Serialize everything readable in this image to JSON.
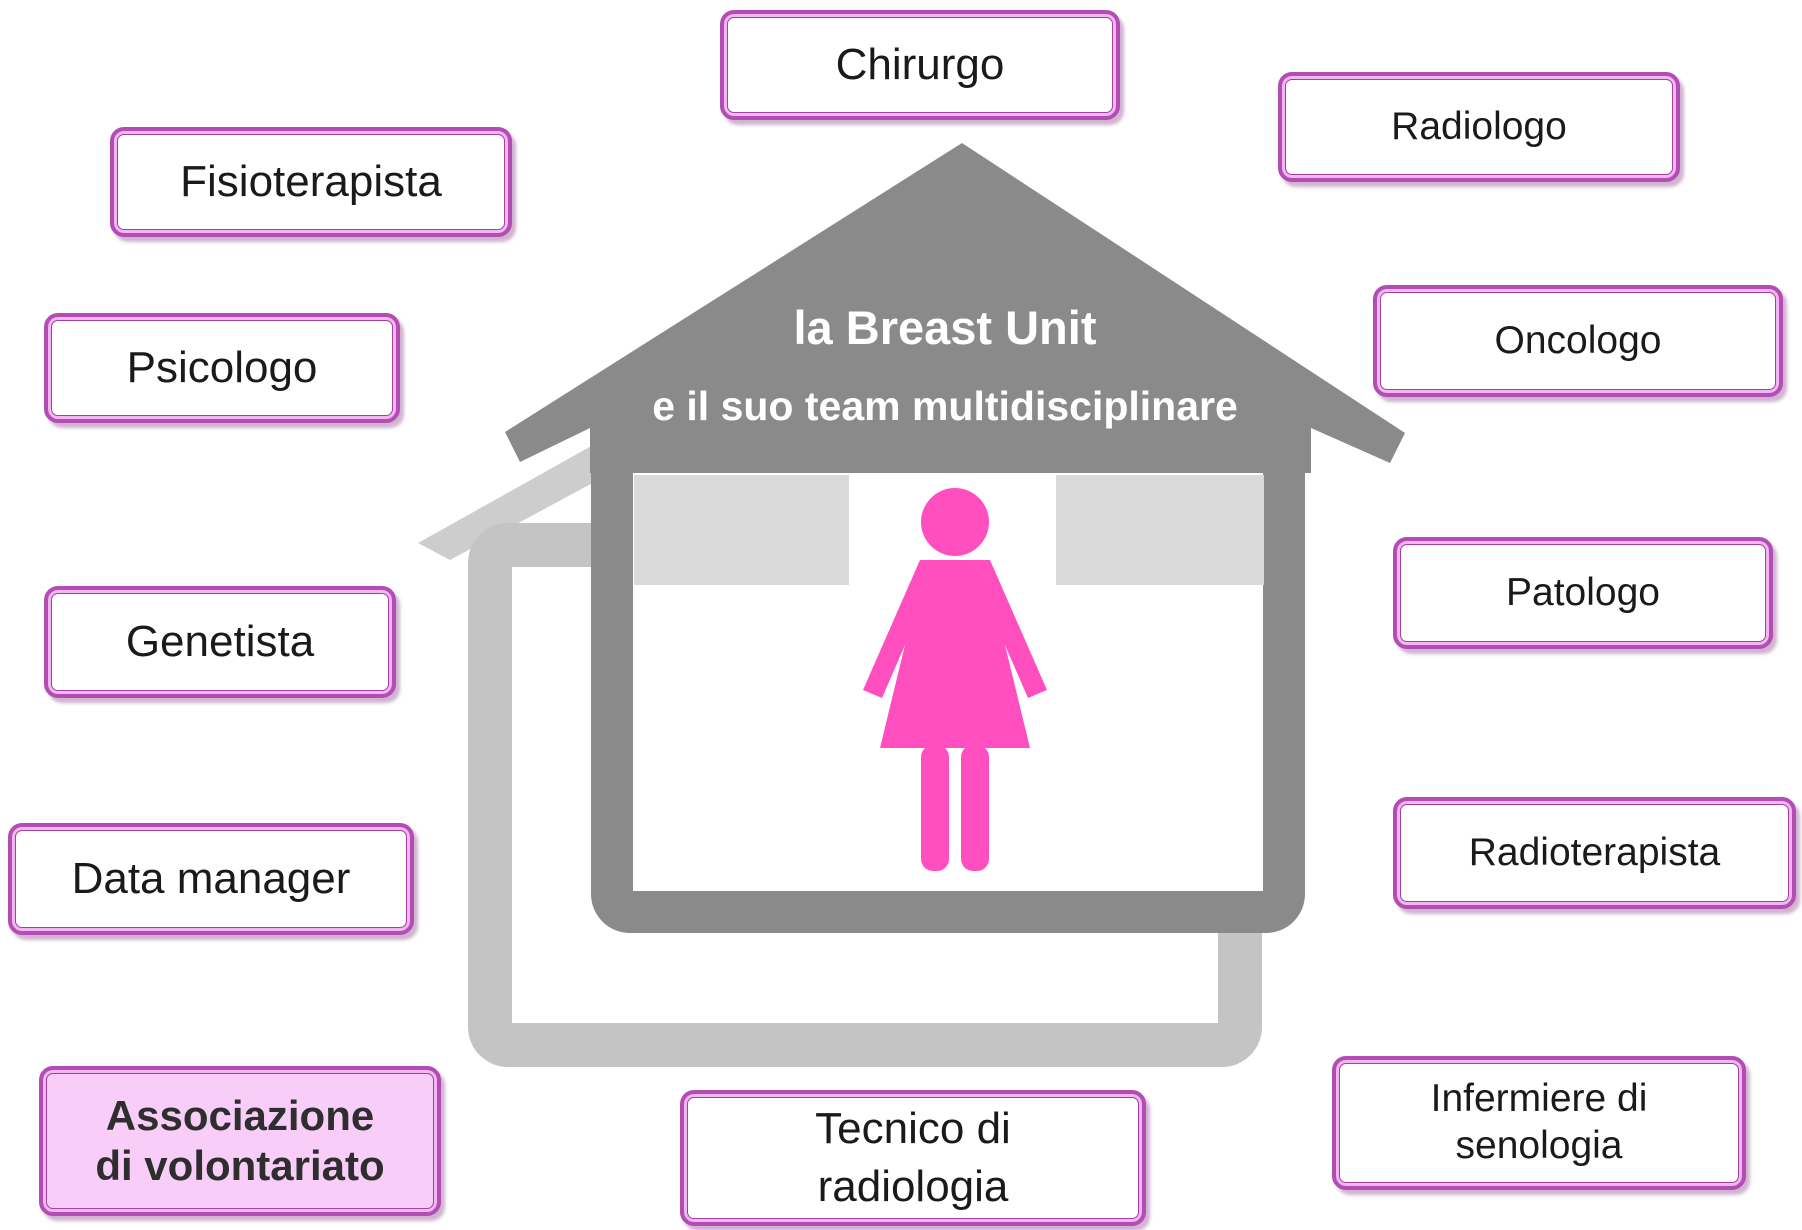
{
  "title": {
    "line1": "la Breast Unit",
    "line2": "e il suo team multidisciplinare"
  },
  "roles": {
    "chirurgo": "Chirurgo",
    "radiologo": "Radiologo",
    "fisioterapista": "Fisioterapista",
    "psicologo": "Psicologo",
    "oncologo": "Oncologo",
    "genetista": "Genetista",
    "patologo": "Patologo",
    "data_manager": "Data manager",
    "radioterapista": "Radioterapista",
    "associazione_line1": "Associazione",
    "associazione_line2": "di volontariato",
    "tecnico_line1": "Tecnico di",
    "tecnico_line2": "radiologia",
    "infermiere_line1": "Infermiere di",
    "infermiere_line2": "senologia"
  },
  "colors": {
    "box_border": "#b34db3",
    "highlight_fill": "#f8cdf8",
    "house_dark": "#8a8a8a",
    "house_light": "#c4c4c4",
    "figure": "#ff4fbf"
  },
  "icons": {
    "house": "house-icon",
    "woman": "woman-icon"
  }
}
